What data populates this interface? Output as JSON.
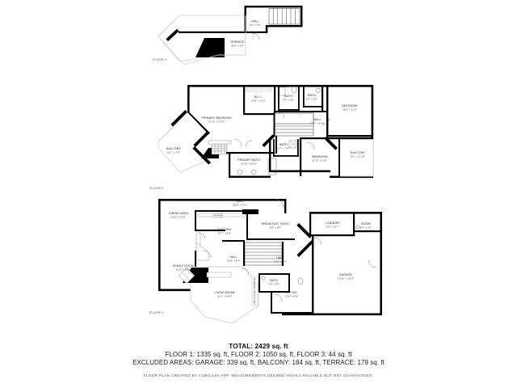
{
  "document": {
    "type": "architectural-floor-plan",
    "floors": [
      {
        "id": "floor3",
        "label": "FLOOR 3",
        "area_sq_ft": 44,
        "rooms": [
          {
            "name": "HALL",
            "dimensions": "2'8\" x 6'1\""
          },
          {
            "name": "TERRACE",
            "dimensions": "28'4\" x 8'5\""
          }
        ]
      },
      {
        "id": "floor2",
        "label": "FLOOR 2",
        "area_sq_ft": 1050,
        "rooms": [
          {
            "name": "PRIMARY BEDROOM",
            "dimensions": "21'11\" x 17'0\""
          },
          {
            "name": "W.I.C.",
            "dimensions": "6'10\" x 11'5\""
          },
          {
            "name": "BATH",
            "dimensions": "7'0\" x 9'5\""
          },
          {
            "name": "BATH",
            "dimensions": "5'8\" x 5'0\""
          },
          {
            "name": "BEDROOM",
            "dimensions": "18'1\" x 11'5\""
          },
          {
            "name": "HALL",
            "dimensions": "12'2\" x 8'10\""
          },
          {
            "name": "BALCONY",
            "dimensions": "18'1\" x 7'6\""
          },
          {
            "name": "BATH",
            "dimensions": "4'7\" x 7'6\""
          },
          {
            "name": "PRIMARY BATH",
            "dimensions": "13'10\" x 8'10\""
          },
          {
            "name": "BEDROOM",
            "dimensions": "11'11\" x 12'1\""
          },
          {
            "name": "BALCONY",
            "dimensions": "6'9\" x 12'10\""
          }
        ]
      },
      {
        "id": "floor1",
        "label": "FLOOR 1",
        "area_sq_ft": 1335,
        "rooms": [
          {
            "name": "HALL",
            "dimensions": "26'8\" x 4'10\""
          },
          {
            "name": "DINING AREA",
            "dimensions": "10'5\" x 9'10\""
          },
          {
            "name": "KITCHEN",
            "dimensions": "16'7\" x 8'8\""
          },
          {
            "name": "BREAKFAST NOOK",
            "dimensions": "9'8\" x 8'5\""
          },
          {
            "name": "LAUNDRY",
            "dimensions": "10'1\" x 8'7\""
          },
          {
            "name": "ROOM",
            "dimensions": "5'4\" x 2'8\""
          },
          {
            "name": "FAMILY ROOM",
            "dimensions": "12'5\" x 18'5\""
          },
          {
            "name": "HALL",
            "dimensions": "13'8\" x 8'5\""
          },
          {
            "name": "HALL",
            "dimensions": "12'6\" x 8'9\""
          },
          {
            "name": "BATH",
            "dimensions": "7'5\" x 5'4\""
          },
          {
            "name": "GARAGE",
            "dimensions": "19'10\" x 20'8\""
          },
          {
            "name": "LIVING ROOM",
            "dimensions": "15'1\" x 14'5\""
          },
          {
            "name": "OFFICE",
            "dimensions": "10'8\" x 8'5\""
          },
          {
            "name": "2ND FLOOR WINDOW",
            "dimensions": ""
          }
        ]
      }
    ]
  },
  "summary": {
    "total_label": "TOTAL: 2429 sq. ft",
    "floors_line": "FLOOR 1: 1335 sq. ft, FLOOR 2: 1050 sq. ft, FLOOR 3: 44 sq. ft",
    "excluded_line": "EXCLUDED AREAS: GARAGE: 339 sq. ft, BALCONY: 184 sq. ft, TERRACE: 179 sq. ft",
    "disclaimer": "FLOOR PLAN CREATED BY CUBICASA APP. MEASUREMENTS DEEMED HIGHLY RELIABLE BUT NOT GUARANTEED."
  },
  "colors": {
    "wall": "#000000",
    "background": "#ffffff",
    "text": "#1a1a1a",
    "fixture": "#555555"
  }
}
